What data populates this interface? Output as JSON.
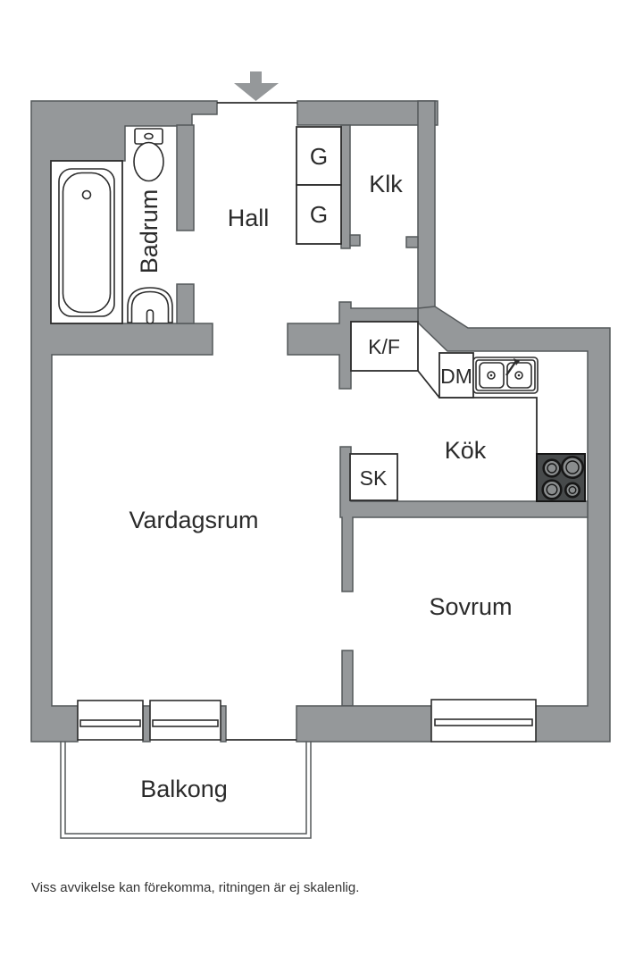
{
  "colors": {
    "wall": "#95989a",
    "outline": "#54585a",
    "line": "#2d2d2d",
    "text": "#2b2b2b",
    "stove_body": "#474a4b",
    "burner_fill": "#8a8d8e",
    "background": "#ffffff"
  },
  "rooms": {
    "hall": "Hall",
    "badrum": "Badrum",
    "klk": "Klk",
    "kok": "Kök",
    "vardagsrum": "Vardagsrum",
    "sovrum": "Sovrum",
    "balkong": "Balkong"
  },
  "closets": {
    "wardrobe_top": "G",
    "wardrobe_bottom": "G"
  },
  "appliances": {
    "fridge_freezer": "K/F",
    "dishwasher": "DM",
    "cleaning_cabinet": "SK"
  },
  "symbols": {
    "entrance_arrow": "down-arrow",
    "bathtub": "bathtub-symbol",
    "toilet": "toilet-symbol",
    "wash_basin": "wash-basin-symbol",
    "kitchen_sink": "double-sink-symbol",
    "stove": "stove-four-burners-symbol",
    "window": "window-symbol",
    "balcony": "balcony-railing-symbol"
  },
  "footer": {
    "disclaimer": "Viss avvikelse kan förekomma, ritningen är ej skalenlig."
  }
}
